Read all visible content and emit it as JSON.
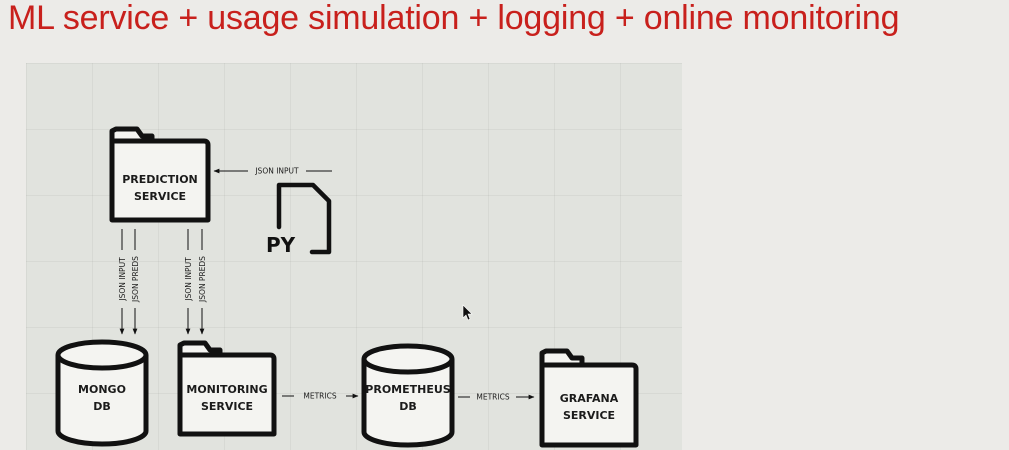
{
  "slide": {
    "title": "ML service + usage simulation + logging + online monitoring"
  },
  "nodes": {
    "prediction_service": [
      "PREDICTION",
      "SERVICE"
    ],
    "mongo_db": [
      "MONGO",
      "DB"
    ],
    "monitoring_service": [
      "MONITORING",
      "SERVICE"
    ],
    "prometheus_db": [
      "PROMETHEUS",
      "DB"
    ],
    "grafana_service": [
      "GRAFANA",
      "SERVICE"
    ],
    "py_file": "PY"
  },
  "edges": {
    "json_input": "JSON INPUT",
    "json_preds": "JSON PREDS",
    "metrics": "METRICS"
  },
  "icons": {
    "folder": "folder-icon",
    "database": "database-icon",
    "python_file": "python-file-icon",
    "cursor": "mouse-cursor-icon"
  },
  "colors": {
    "title": "#c8201c",
    "stroke": "#111111",
    "canvas": "#e1e3de"
  }
}
